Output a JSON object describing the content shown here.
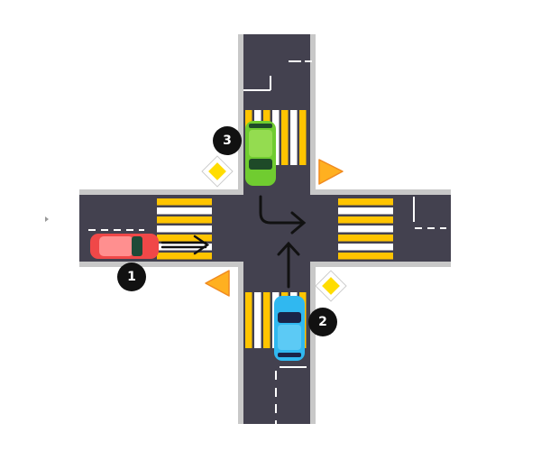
{
  "diagram": {
    "type": "intersection",
    "colors": {
      "asphalt": "#43414f",
      "curb": "#c8c8c8",
      "crosswalk_yellow": "#ffc400",
      "crosswalk_white": "#ffffff",
      "sign_priority": "#ffdd00",
      "sign_yield": "#ffb020",
      "badge": "#111111"
    },
    "vehicles": [
      {
        "id": "car-1",
        "label": "1",
        "color": "#f04848",
        "direction": "east",
        "maneuver": "straight"
      },
      {
        "id": "car-2",
        "label": "2",
        "color": "#30b8f0",
        "direction": "north",
        "maneuver": "straight"
      },
      {
        "id": "car-3",
        "label": "3",
        "color": "#70cc30",
        "direction": "south",
        "maneuver": "left-turn"
      }
    ],
    "signs": [
      {
        "type": "priority-road",
        "corner": "top-left"
      },
      {
        "type": "priority-road",
        "corner": "bottom-right"
      },
      {
        "type": "yield-triangle",
        "corner": "top-right"
      },
      {
        "type": "yield-triangle",
        "corner": "bottom-left"
      }
    ]
  }
}
